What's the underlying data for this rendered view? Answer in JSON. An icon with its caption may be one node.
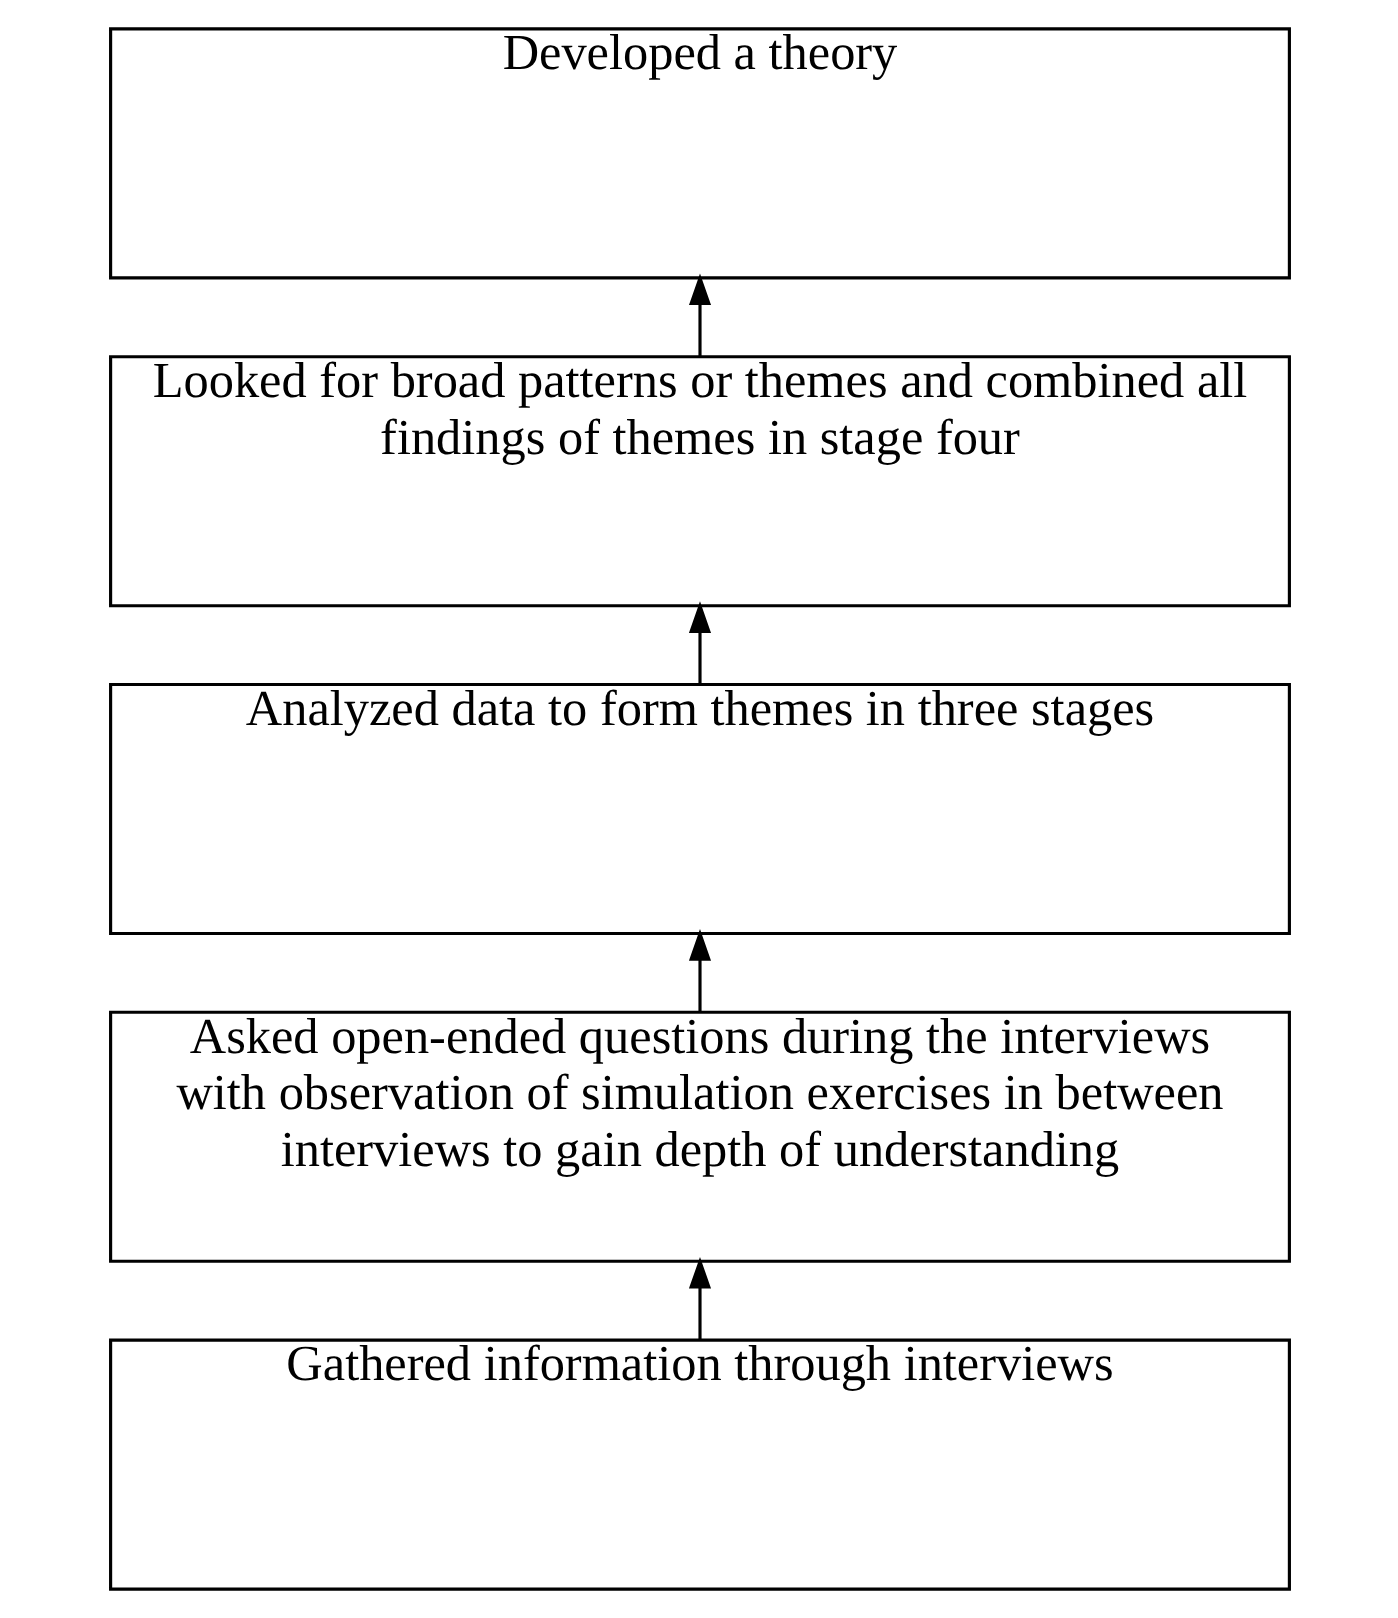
{
  "diagram": {
    "nodes": [
      {
        "text": [
          "Developed a theory"
        ]
      },
      {
        "text": [
          "Looked for broad patterns or themes and combined all findings of themes in stage four"
        ]
      },
      {
        "text": [
          "Analyzed data to form themes in three stages"
        ]
      },
      {
        "text": [
          "Asked open-ended questions during the interviews with observation of simulation exercises in between interviews to gain depth of understanding"
        ]
      },
      {
        "text": [
          "Gathered information through interviews"
        ]
      }
    ],
    "edges": [
      {
        "from": 4,
        "to": 3,
        "arrow": "to"
      },
      {
        "from": 3,
        "to": 2,
        "arrow": "to"
      },
      {
        "from": 2,
        "to": 1,
        "arrow": "to"
      },
      {
        "from": 1,
        "to": 0,
        "arrow": "to"
      }
    ]
  }
}
